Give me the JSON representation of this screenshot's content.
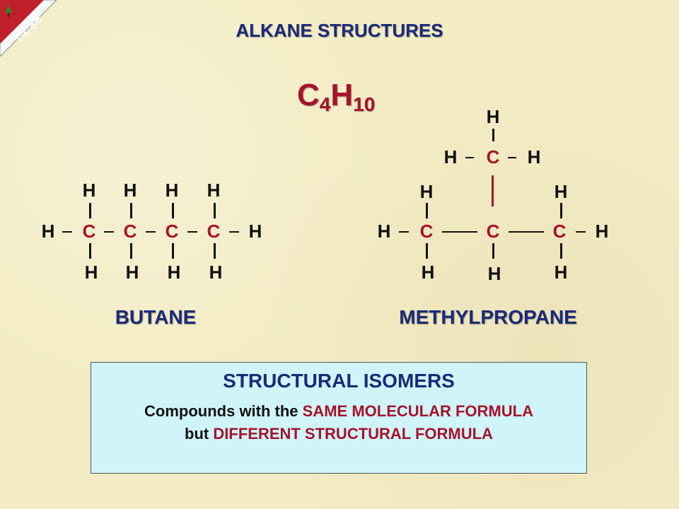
{
  "badge": {
    "text": "GCSE",
    "color": "#c0202a"
  },
  "title": "ALKANE STRUCTURES",
  "formula": {
    "c": "C",
    "c_sub": "4",
    "h": "H",
    "h_sub": "10"
  },
  "atoms": {
    "hydrogen": "H",
    "carbon": "C"
  },
  "butane": {
    "name": "BUTANE"
  },
  "methylpropane": {
    "name": "METHYLPROPANE"
  },
  "info": {
    "heading": "STRUCTURAL  ISOMERS",
    "line1_prefix": "Compounds with the ",
    "line1_highlight": "SAME MOLECULAR FORMULA",
    "line2_prefix": "but ",
    "line2_highlight": "DIFFERENT STRUCTURAL FORMULA"
  },
  "colors": {
    "title_blue": "#1a2a7a",
    "carbon_red": "#a8122a",
    "box_fill": "#cff5fb"
  }
}
